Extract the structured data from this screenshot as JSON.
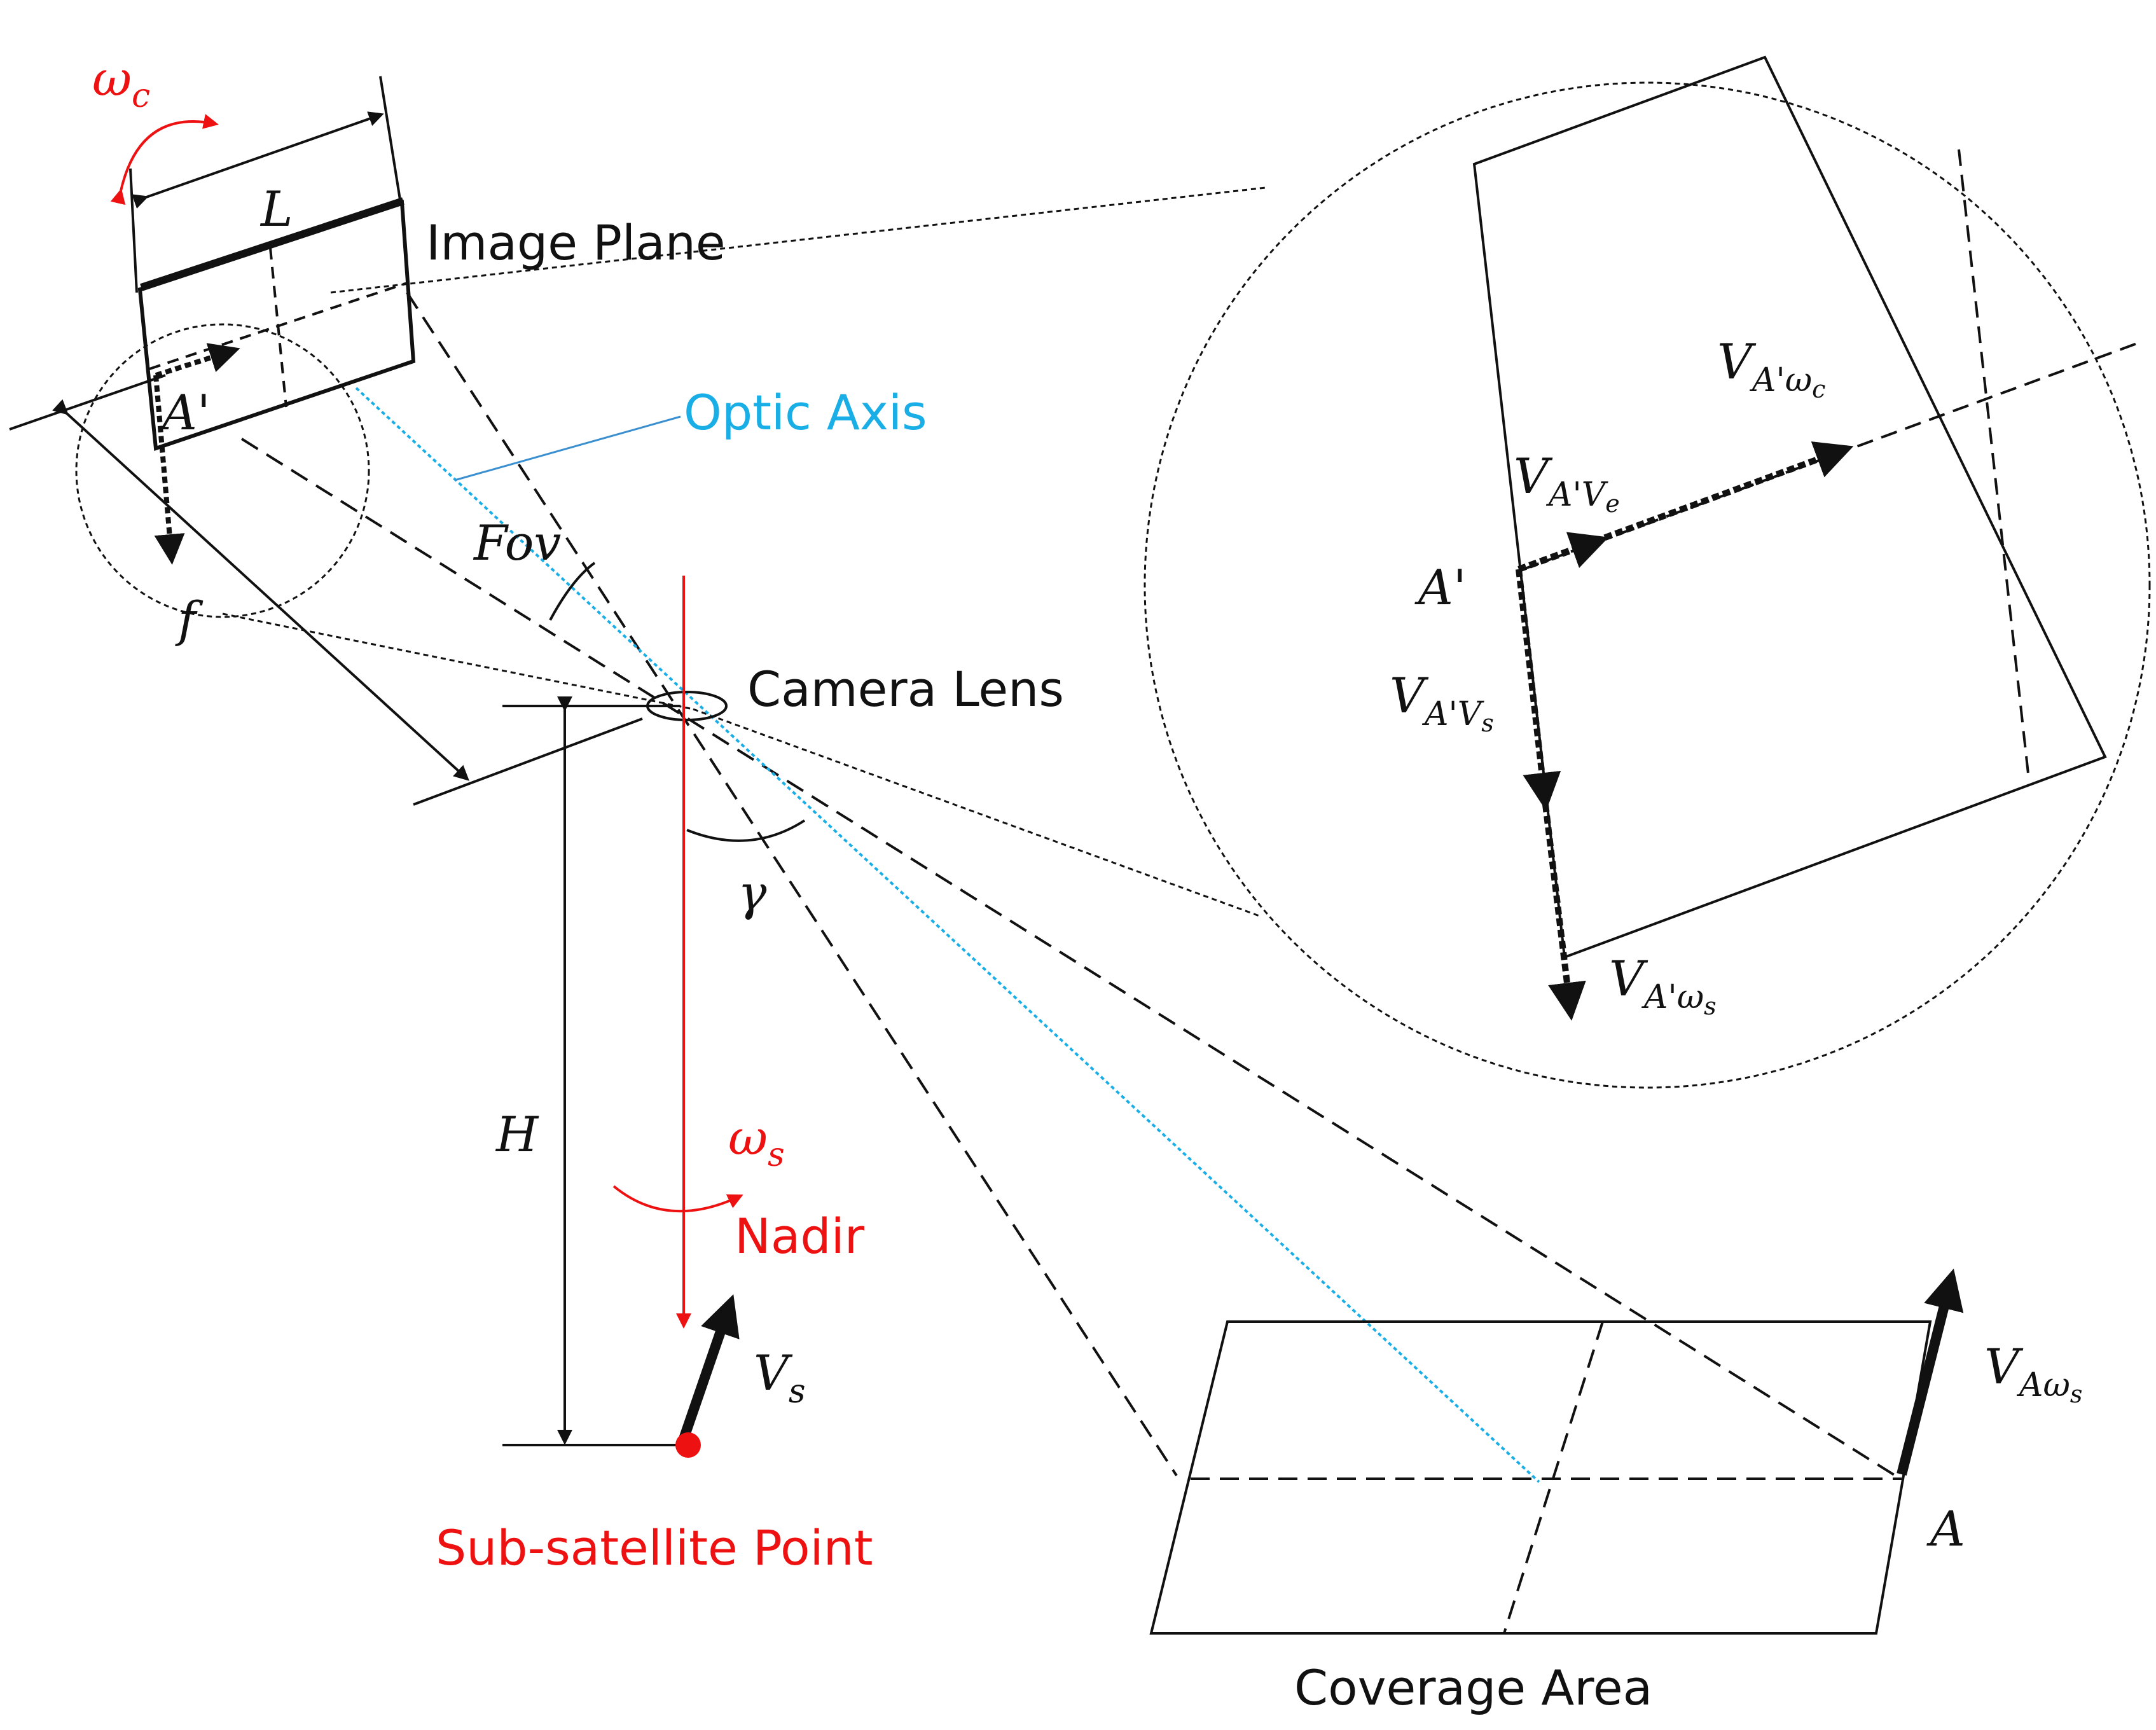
{
  "labels": {
    "image_plane": "Image Plane",
    "optic_axis": "Optic Axis",
    "camera_lens": "Camera Lens",
    "fov": "Fov",
    "nadir": "Nadir",
    "sub_satellite_point": "Sub-satellite Point",
    "coverage_area": "Coverage Area",
    "L": "L",
    "f": "f",
    "H": "H",
    "gamma": "γ",
    "A_prime": "A'",
    "A": "A"
  },
  "symbols": {
    "omega_c": {
      "base": "ω",
      "sub": "c"
    },
    "omega_s": {
      "base": "ω",
      "sub": "s"
    },
    "V_s": {
      "base": "V",
      "sub": "s"
    },
    "V_A_omega_s": {
      "base": "V",
      "sub": "Aω",
      "subsub": "s"
    },
    "V_Ap_omega_c": {
      "base": "V",
      "sub": "A'ω",
      "subsub": "c"
    },
    "V_Ap_V_e": {
      "base": "V",
      "sub": "A'V",
      "subsub": "e"
    },
    "V_Ap_V_s": {
      "base": "V",
      "sub": "A'V",
      "subsub": "s"
    },
    "V_Ap_omega_s": {
      "base": "V",
      "sub": "A'ω",
      "subsub": "s"
    }
  },
  "colors": {
    "line": "#111111",
    "red": "#ee1111",
    "blue": "#19aee6"
  }
}
